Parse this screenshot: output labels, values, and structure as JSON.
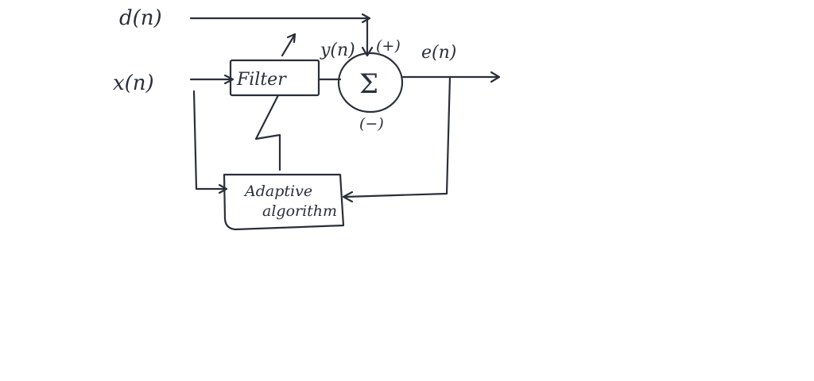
{
  "diagram": {
    "signals": {
      "desired": "d(n)",
      "input": "x(n)",
      "output": "y(n)",
      "error": "e(n)"
    },
    "blocks": {
      "filter": "Filter",
      "adaptive_line1": "Adaptive",
      "adaptive_line2": "algorithm",
      "summer": "Σ"
    },
    "signs": {
      "plus": "(+)",
      "minus": "(−)"
    }
  }
}
